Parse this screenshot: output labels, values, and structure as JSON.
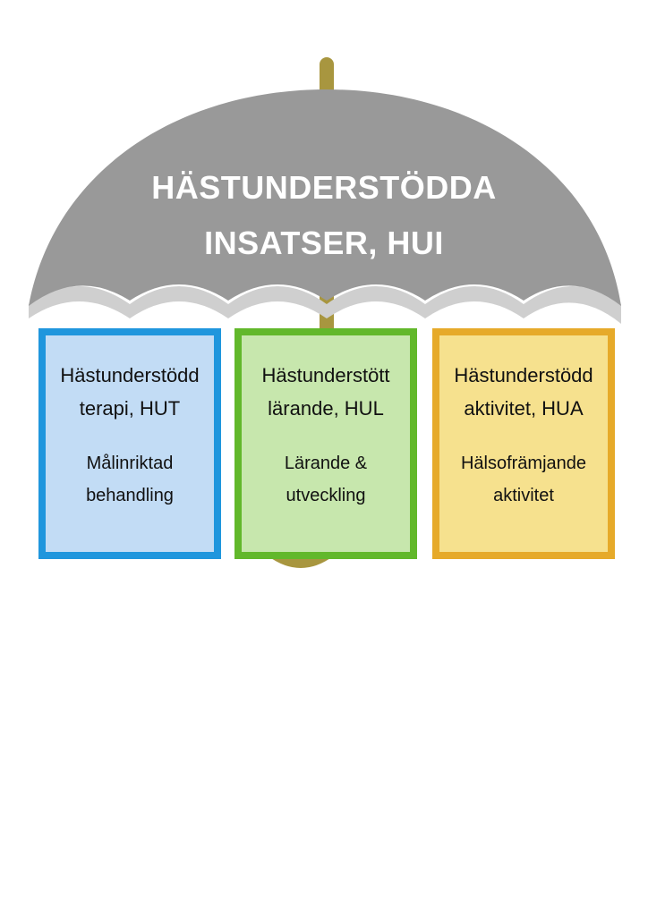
{
  "title": {
    "line1": "HÄSTUNDERSTÖDDA",
    "line2": "INSATSER, HUI"
  },
  "boxes": [
    {
      "title_line1": "Hästunderstödd",
      "title_line2": "terapi, HUT",
      "sub_line1": "Målinriktad",
      "sub_line2": "behandling"
    },
    {
      "title_line1": "Hästunderstött",
      "title_line2": "lärande, HUL",
      "sub_line1": "Lärande &",
      "sub_line2": "utveckling"
    },
    {
      "title_line1": "Hästunderstödd",
      "title_line2": "aktivitet, HUA",
      "sub_line1": "Hälsofrämjande",
      "sub_line2": "aktivitet"
    }
  ],
  "colors": {
    "canopy": "#999999",
    "canopy_scallop": "#cfcfcf",
    "shaft": "#a8963f",
    "hut_fill": "#c2dcf5",
    "hut_border": "#1f96dd",
    "hul_fill": "#c7e7ad",
    "hul_border": "#62b82b",
    "hua_fill": "#f6e18e",
    "hua_border": "#e6aa2a"
  }
}
